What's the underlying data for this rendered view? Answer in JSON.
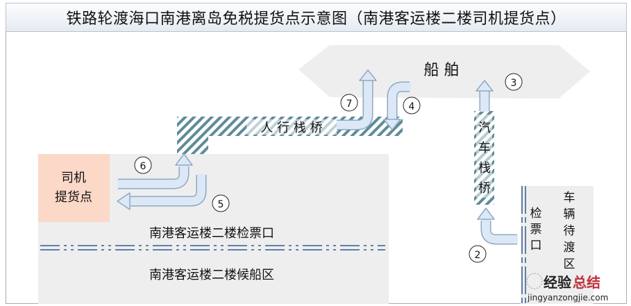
{
  "title": "铁路轮渡海口南港离岛免税提货点示意图（南港客运楼二楼司机提货点）",
  "areas": {
    "ship": "船 舶",
    "pedestrian_bridge": "人 行 栈 桥",
    "vehicle_bridge": [
      "汽",
      "车",
      "栈",
      "桥"
    ],
    "pickup_point": [
      "司机",
      "提货点"
    ],
    "ticket_gate_2f": "南港客运楼二楼检票口",
    "waiting_area_2f": "南港客运楼二楼候船区",
    "vehicle_ticket_gate": [
      "检",
      "票",
      "口"
    ],
    "vehicle_waiting_area": [
      "车",
      "辆",
      "待",
      "渡",
      "区"
    ]
  },
  "steps": [
    "2",
    "3",
    "4",
    "5",
    "6",
    "7"
  ],
  "watermark": {
    "cn_a": "经验",
    "cn_b": "总结",
    "url": "jingyanzongjie.com"
  },
  "colors": {
    "arrow_fill": "#dce8f5",
    "arrow_stroke": "#8ea8c4",
    "hatch": "#5e8c98",
    "pickup": "#fbd8c8",
    "area": "#eeeeee"
  }
}
